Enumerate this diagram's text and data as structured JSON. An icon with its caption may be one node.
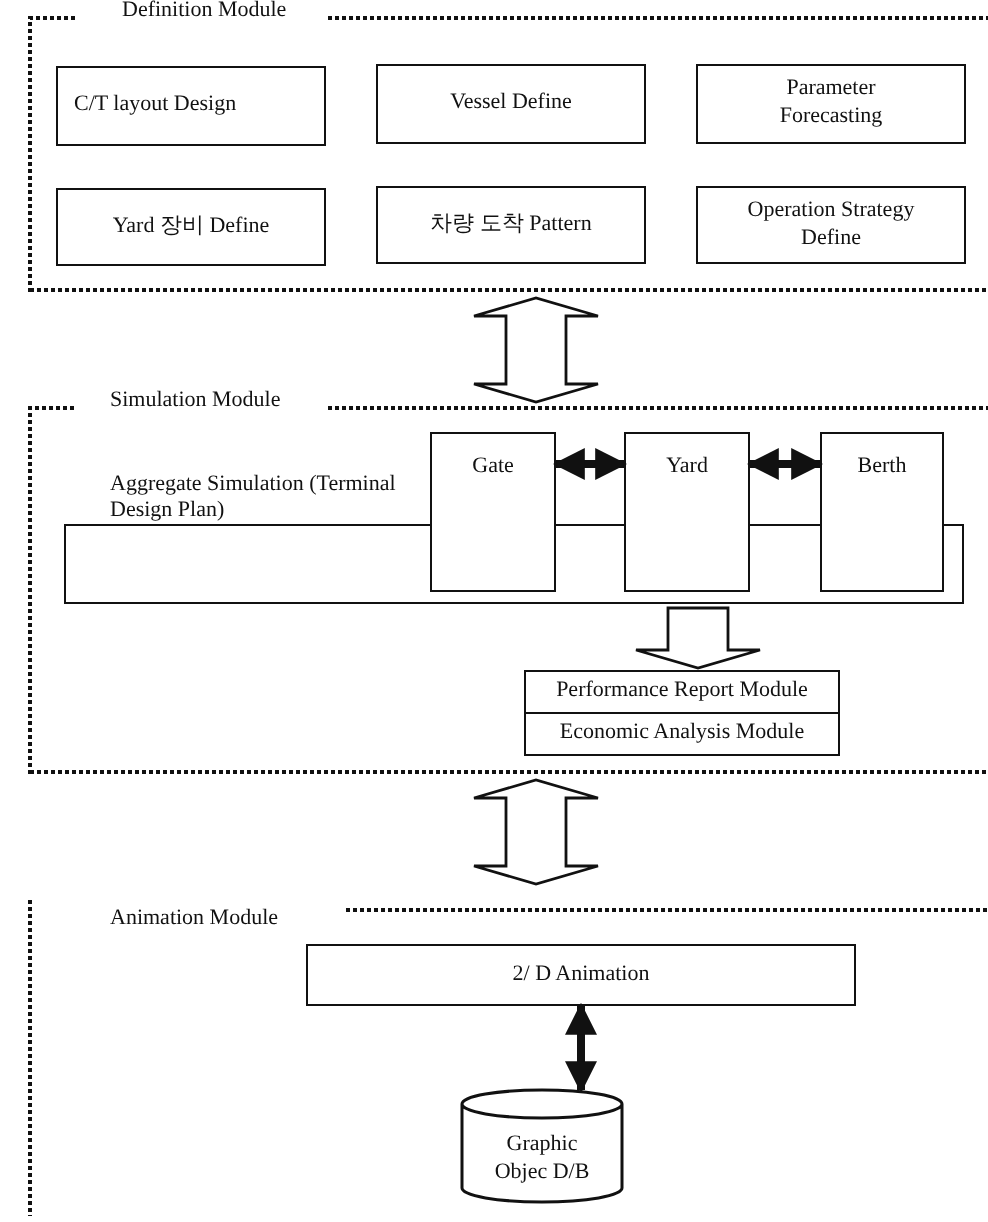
{
  "diagram": {
    "nodes": [
      {
        "text": [
          "Definition Module"
        ]
      },
      {
        "text": [
          "C/T layout Design"
        ],
        "in": 0
      },
      {
        "text": [
          "Vessel Define"
        ],
        "in": 0
      },
      {
        "text": [
          "Parameter Forecasting"
        ],
        "in": 0
      },
      {
        "text": [
          "Yard 장비 Define"
        ],
        "in": 0
      },
      {
        "text": [
          "차량 도착 Pattern"
        ],
        "in": 0
      },
      {
        "text": [
          "Operation Strategy Define"
        ],
        "in": 0
      },
      {
        "text": [
          "Simulation Module"
        ]
      },
      {
        "text": [
          "Aggregate Simulation (Terminal Design Plan)"
        ],
        "in": 7
      },
      {
        "text": [
          "Gate"
        ],
        "in": 7
      },
      {
        "text": [
          "Yard"
        ],
        "in": 7
      },
      {
        "text": [
          "Berth"
        ],
        "in": 7
      },
      {
        "text": [
          "Performance Report Module"
        ],
        "in": 7
      },
      {
        "text": [
          "Economic Analysis Module"
        ],
        "in": 7
      },
      {
        "text": [
          "Animation Module"
        ]
      },
      {
        "text": [
          "2/ D Animation"
        ],
        "in": 14
      },
      {
        "text": [
          "Graphic Objec D/B"
        ],
        "in": 14
      }
    ],
    "edges": [
      {
        "from": 0,
        "to": 7,
        "arrow": "both"
      },
      {
        "from": 9,
        "to": 10,
        "arrow": "both"
      },
      {
        "from": 10,
        "to": 11,
        "arrow": "both"
      },
      {
        "from": 8,
        "to": 12,
        "arrow": "to"
      },
      {
        "from": 7,
        "to": 14,
        "arrow": "both"
      },
      {
        "from": 15,
        "to": 16,
        "arrow": "both"
      }
    ]
  }
}
